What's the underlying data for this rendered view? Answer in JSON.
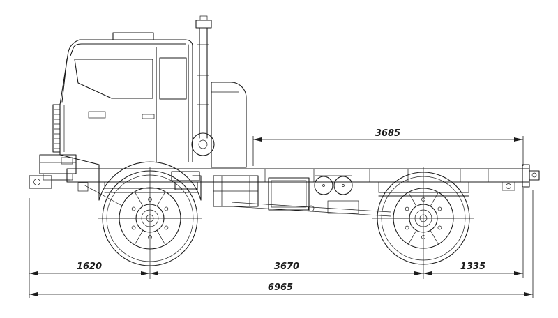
{
  "drawing": {
    "dimensions": {
      "upper_span": "3685",
      "front_overhang_to_axle": "1620",
      "wheelbase": "3670",
      "rear_axle_to_end": "1335",
      "overall_length": "6965"
    },
    "colors": {
      "line": "#1c1c1c",
      "background": "#ffffff"
    }
  }
}
